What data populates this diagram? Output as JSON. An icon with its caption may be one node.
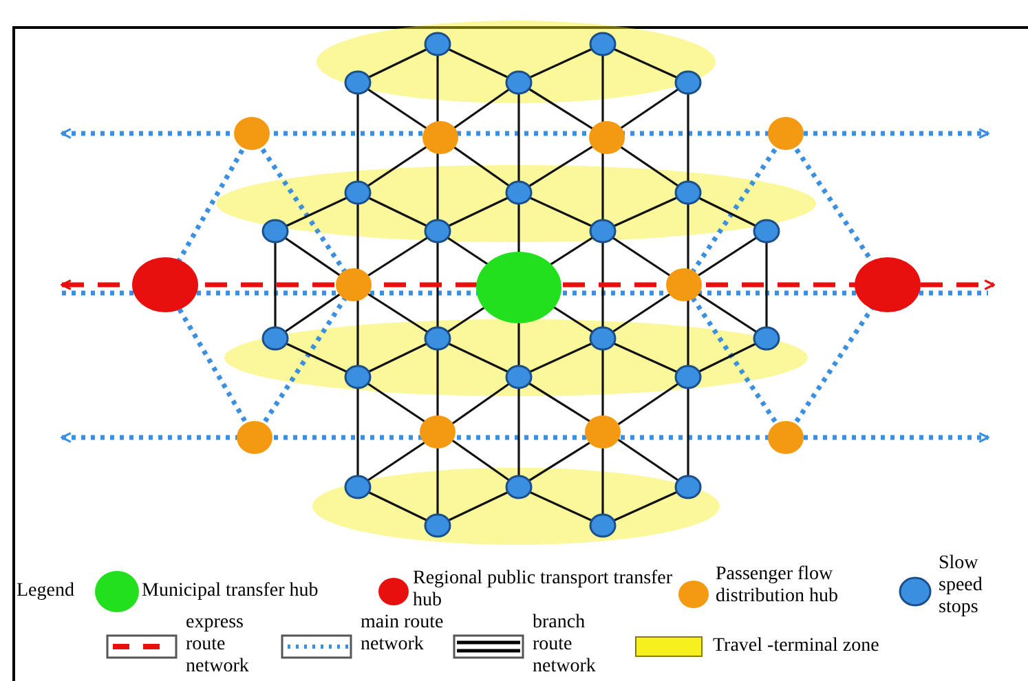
{
  "diagram": {
    "labels": [
      "Legend"
    ],
    "legend": [
      {
        "text": "Municipal transfer hub",
        "color": "#22e01e"
      },
      {
        "text": "Regional public transport transfer hub",
        "color": "#e8100f"
      },
      {
        "text": "Passenger flow distribution hub",
        "color": "#f39a12"
      },
      {
        "text": "Slow speed stops",
        "color": "#3a8fe0"
      },
      {
        "text": "express route network"
      },
      {
        "text": "main route network"
      },
      {
        "text": "branch route network"
      },
      {
        "text": "Travel -terminal zone",
        "color": "#f5f01e"
      }
    ]
  }
}
